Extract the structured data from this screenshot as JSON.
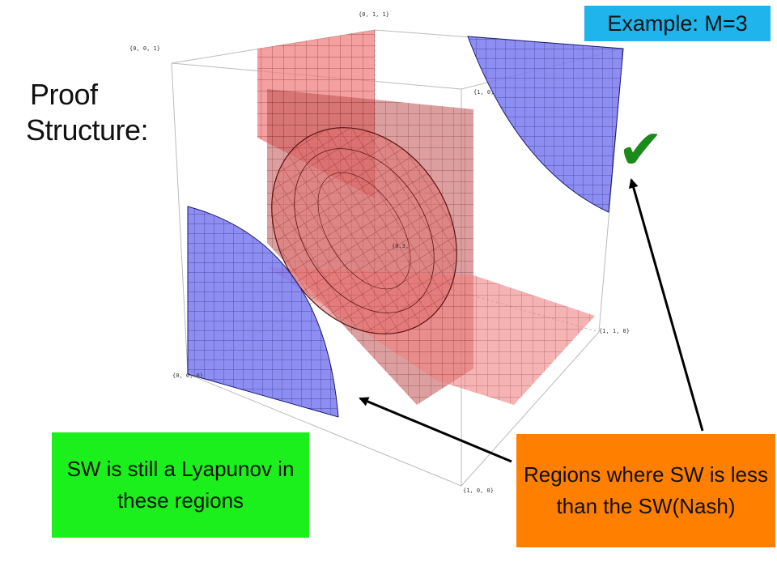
{
  "title": {
    "line1": "Proof",
    "line2": "Structure:"
  },
  "badge": "Example: M=3",
  "checkmark": "✔",
  "callouts": {
    "green": "SW is still a Lyapunov in these regions",
    "orange": "Regions where SW is less than the SW(Nash)"
  },
  "plot_labels": {
    "v011": "{0, 1, 1}",
    "v001": "{0, 0, 1}",
    "v101": "{1, 0,",
    "center": "{0.3,",
    "v110": "{1, 1, 0}",
    "v000": "{0, 0, 0}",
    "v100": "{1, 0, 0}"
  },
  "colors": {
    "red_surface": "#f08080",
    "blue_surface": "#7a7af0",
    "badge": "#1fb4ec",
    "green_callout": "#1cf01c",
    "orange_callout": "#ff7f00",
    "check": "#1a8a1a"
  }
}
